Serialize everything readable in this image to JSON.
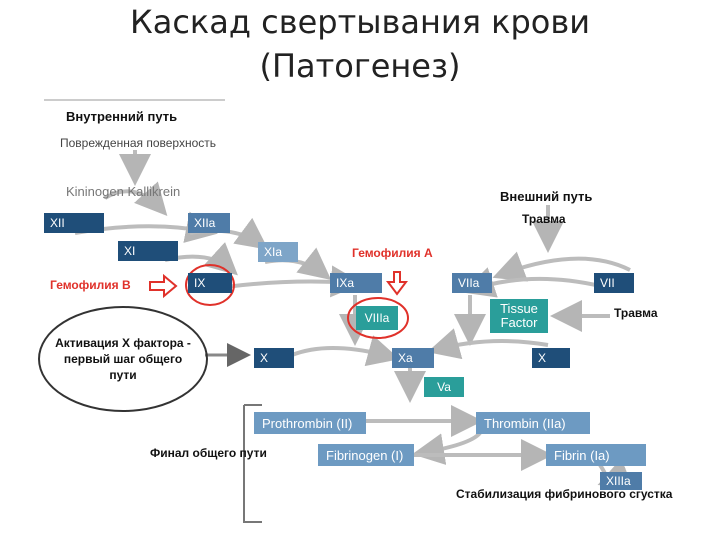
{
  "title_line1": "Каскад свертывания крови",
  "title_line2": "(Патогенез)",
  "labels": {
    "intrinsic": "Внутренний путь",
    "damaged_surface": "Поврежденная поверхность",
    "kininogen": "Kininogen Kallikrein",
    "extrinsic": "Внешний путь",
    "trauma_top": "Травма",
    "trauma_right": "Травма",
    "hemophilia_a": "Гемофилия А",
    "hemophilia_b": "Гемофилия В",
    "final_common": "Финал общего пути",
    "stabilization": "Стабилизация фибринового сгустка"
  },
  "ellipse_text": "Активация Х фактора - первый шаг общего пути",
  "factors": {
    "xii": "XII",
    "xiia": "XIIa",
    "xi": "XI",
    "xia": "XIa",
    "ix": "IX",
    "ixa": "IXa",
    "viiia": "VIIIa",
    "viia": "VIIa",
    "vii": "VII",
    "tissue_factor": "Tissue Factor",
    "x_left": "X",
    "xa": "Xa",
    "x_right": "X",
    "va": "Va",
    "prothrombin": "Prothrombin (II)",
    "thrombin": "Thrombin (IIa)",
    "fibrinogen": "Fibrinogen (I)",
    "fibrin": "Fibrin (Ia)",
    "xiiia": "XIIIa"
  },
  "colors": {
    "red_accent": "#e0312a",
    "dark_blue": "#1f4e79",
    "teal": "#2a9e9a"
  }
}
